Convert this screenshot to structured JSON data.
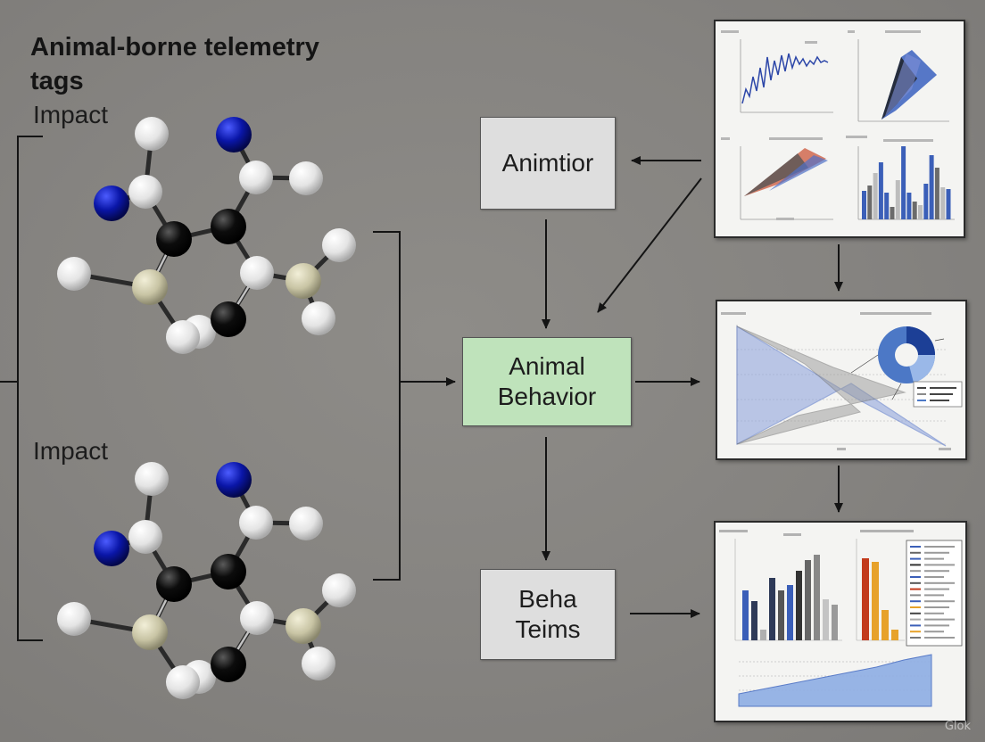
{
  "title": "Animal-borne telemetry tags",
  "impact_labels": [
    "Impact",
    "Impact"
  ],
  "boxes": {
    "top": "Animtior",
    "center_line1": "Animal",
    "center_line2": "Behavior",
    "bottom_line1": "Beha",
    "bottom_line2": "Teims"
  },
  "colors": {
    "background": "#858380",
    "center_box": "#bfe3bb",
    "side_box": "#dedede",
    "atom_blue": "#0a16a8",
    "atom_black": "#0a0a0a",
    "atom_white": "#f2f2f2",
    "atom_tan": "#c8c4a4",
    "chart_blue": "#3b5fb8",
    "chart_grey": "#6b6b6b",
    "chart_red": "#c23a1c",
    "chart_orange": "#e7a22a"
  },
  "panel_charts": {
    "panel1_bars": [
      32,
      38,
      52,
      64,
      30,
      14,
      44,
      82,
      30,
      20,
      16,
      40,
      72,
      58,
      36,
      34
    ],
    "panel3_bars_left": [
      56,
      44,
      12,
      70,
      56,
      62,
      78,
      90,
      96,
      46,
      40
    ],
    "panel3_bars_right": [
      92,
      88,
      34,
      12
    ],
    "panel3_area": [
      14,
      20,
      26,
      32,
      38,
      44,
      52,
      58
    ]
  },
  "watermark": "Glok"
}
